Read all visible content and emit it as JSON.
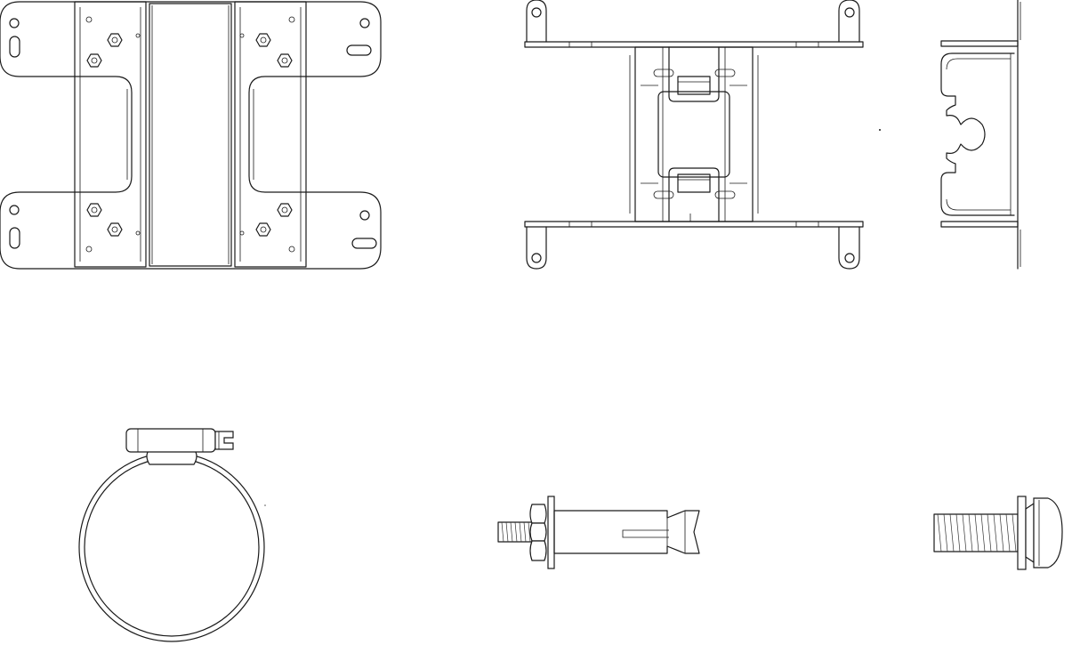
{
  "figure": {
    "components": [
      {
        "id": "mounting-bracket-front-view",
        "kind": "line-drawing"
      },
      {
        "id": "mounting-bracket-back-view",
        "kind": "line-drawing"
      },
      {
        "id": "mounting-bracket-side-view",
        "kind": "line-drawing"
      },
      {
        "id": "hose-clamp",
        "kind": "line-drawing"
      },
      {
        "id": "expansion-anchor-bolt",
        "kind": "line-drawing"
      },
      {
        "id": "screw-with-washer",
        "kind": "line-drawing"
      }
    ],
    "colors": {
      "line": "#1a1a1a",
      "background": "#ffffff"
    }
  }
}
